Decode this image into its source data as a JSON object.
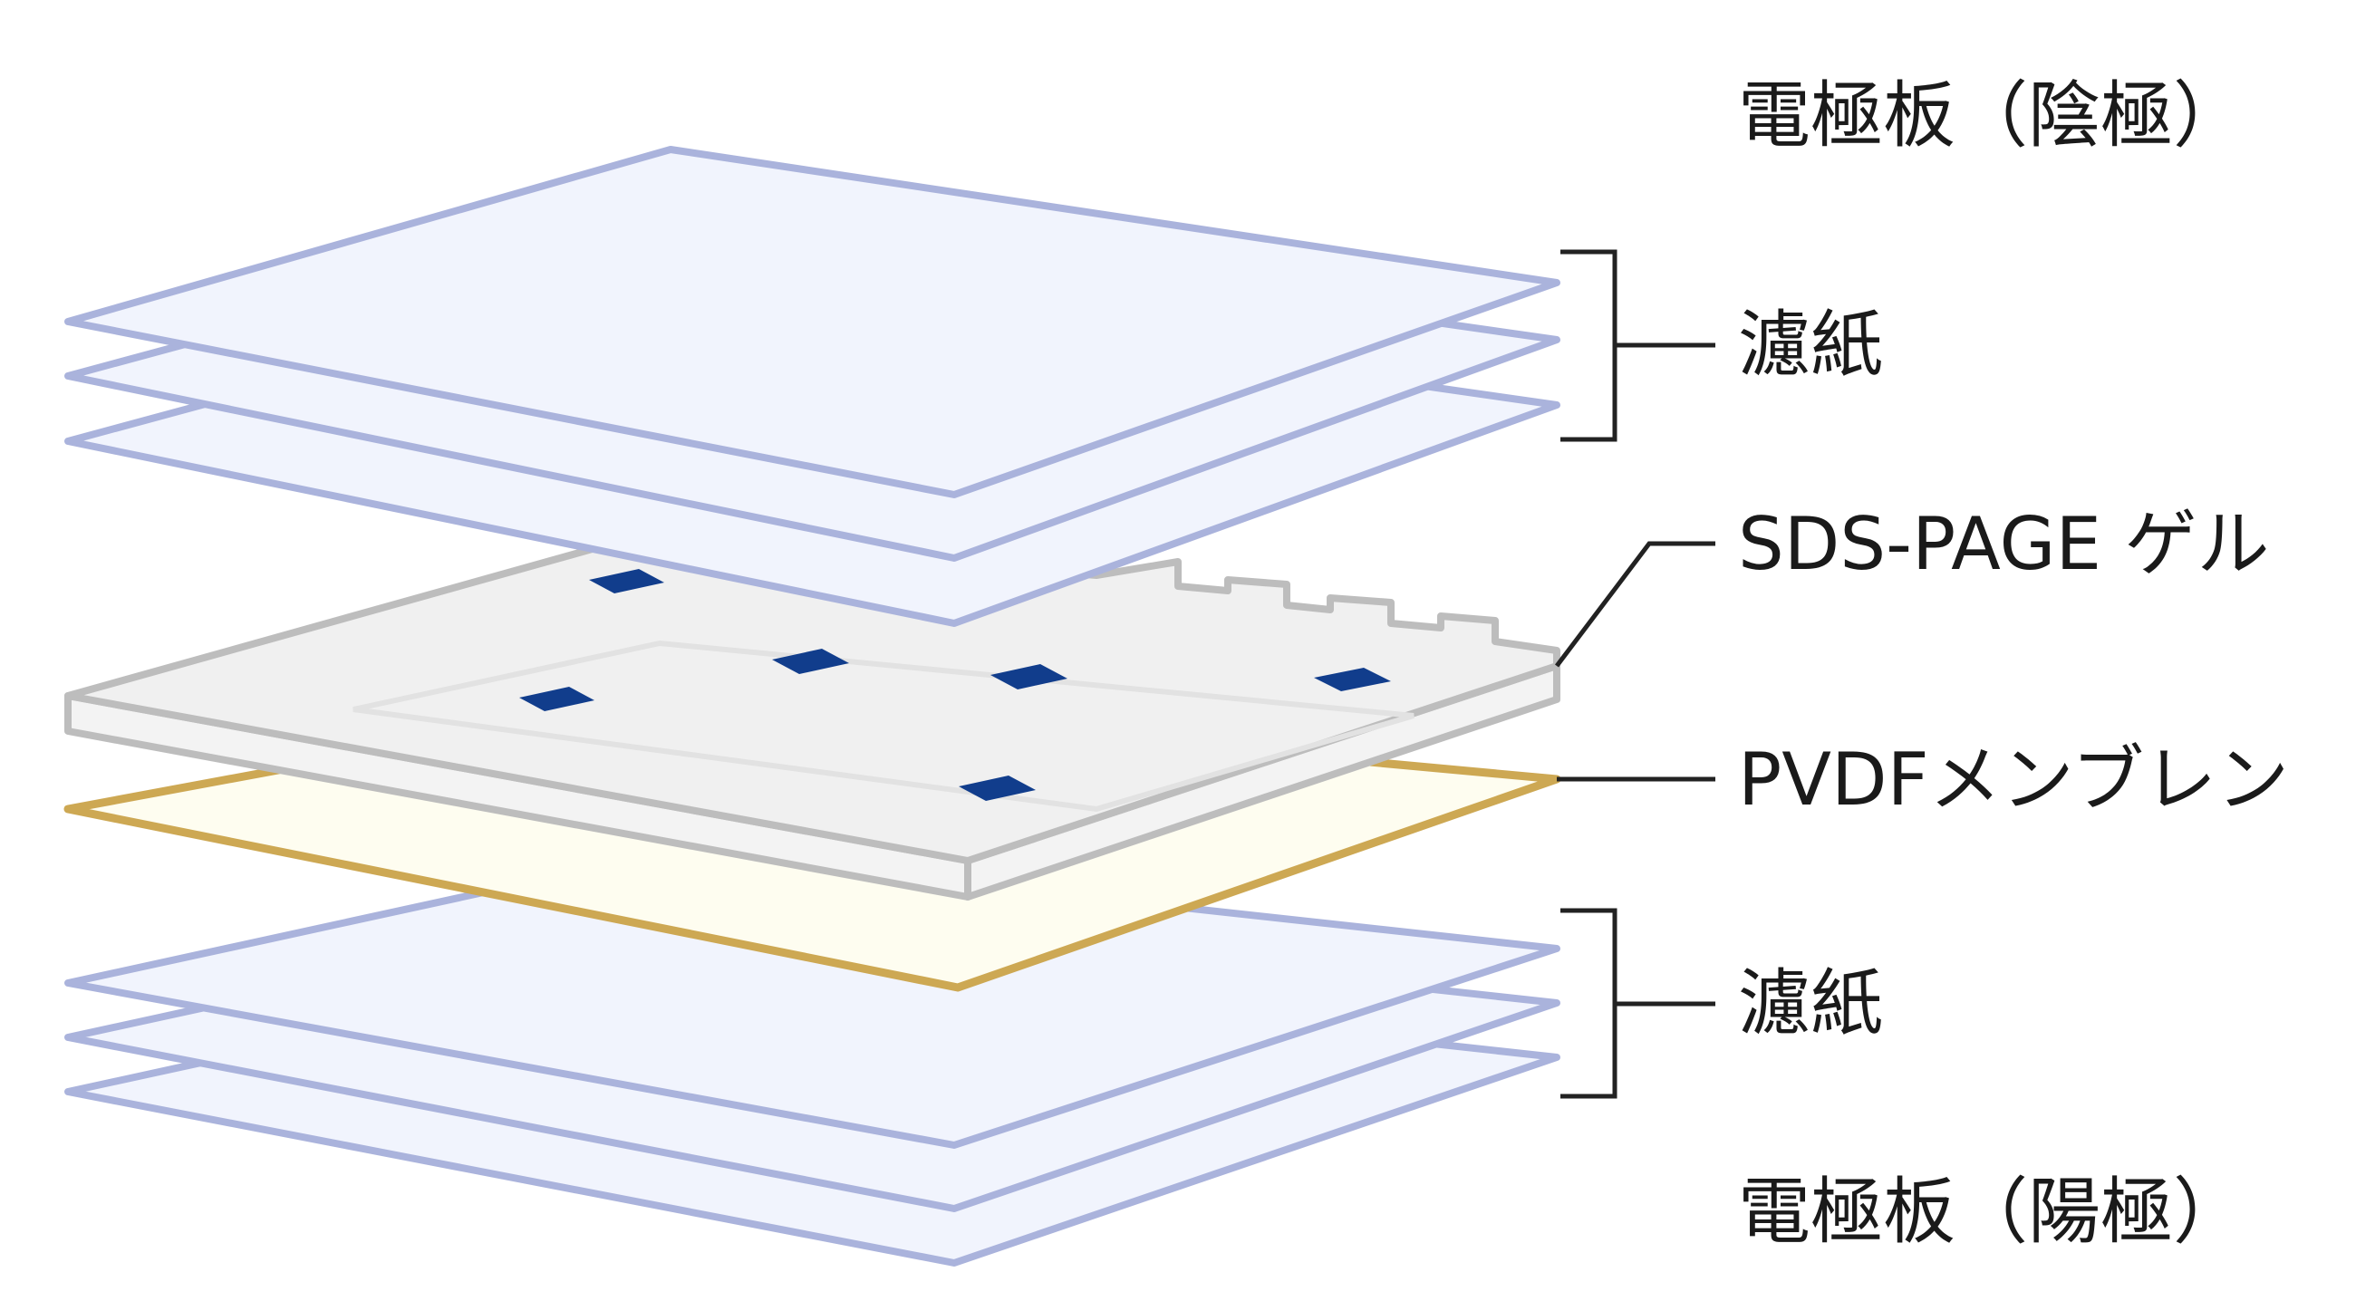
{
  "labels": {
    "cathode_plate": "電極板（陰極）",
    "filter_paper_top": "濾紙",
    "gel": "SDS-PAGE ゲル",
    "membrane": "PVDFメンブレン",
    "filter_paper_bottom": "濾紙",
    "anode_plate": "電極板（陽極）"
  },
  "colors": {
    "filter_paper_fill": "#f1f4fd",
    "filter_paper_stroke": "#aab3dc",
    "membrane_fill": "#fefdf0",
    "membrane_stroke": "#cda853",
    "gel_fill": "#f0f0f0",
    "gel_stroke": "#bdbdbd",
    "band": "#113d8c"
  }
}
